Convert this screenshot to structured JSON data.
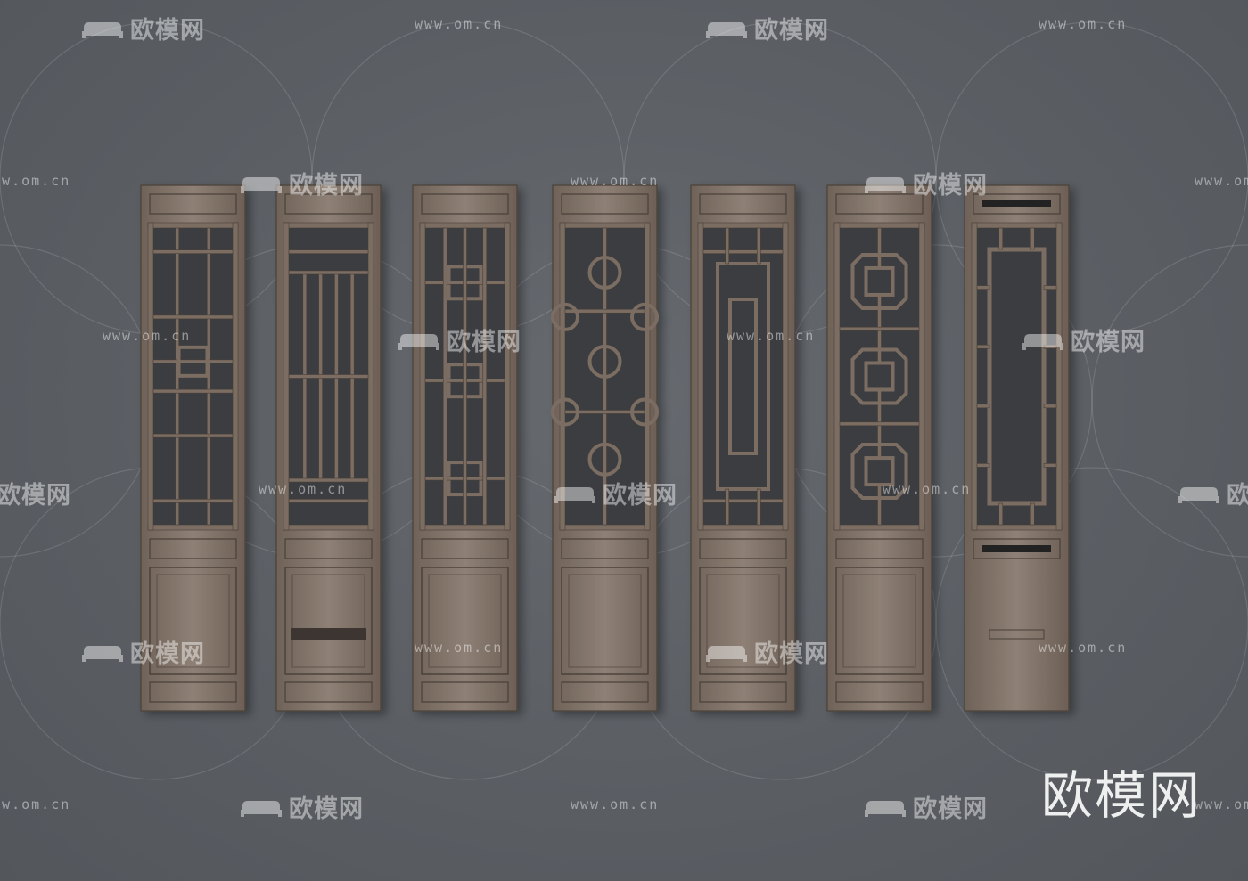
{
  "watermark": {
    "logo_text": "欧模网",
    "url_text": "www.om.cn"
  },
  "brand": {
    "text": "欧模网"
  },
  "colors": {
    "background": "#5b5f64",
    "wood": "#7b6d62",
    "wood_dark": "#4a4039",
    "wood_light": "#8e8075"
  },
  "panels": [
    {
      "pattern": "grid-cross"
    },
    {
      "pattern": "vertical-bars"
    },
    {
      "pattern": "interlocking-squares"
    },
    {
      "pattern": "quatrefoil"
    },
    {
      "pattern": "nested-rectangles"
    },
    {
      "pattern": "octagon-chain"
    },
    {
      "pattern": "open-frame"
    }
  ]
}
